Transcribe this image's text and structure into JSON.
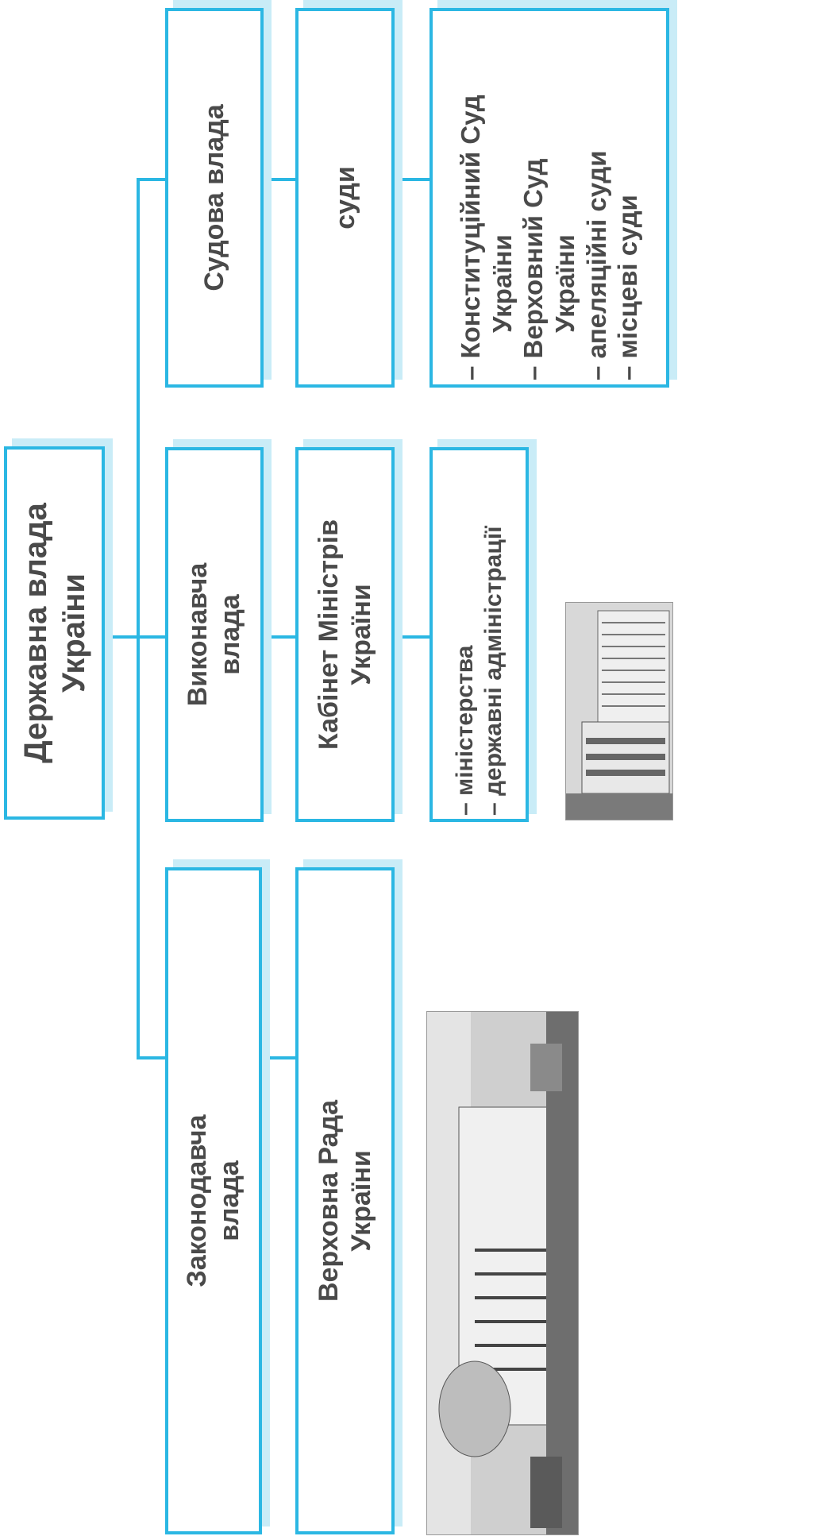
{
  "root": {
    "line1": "Державна влада",
    "line2": "України"
  },
  "branches": [
    {
      "key": "legislative",
      "title": [
        "Законодавча",
        "влада"
      ],
      "body": [
        "Верховна Рада",
        "України"
      ]
    },
    {
      "key": "executive",
      "title": [
        "Виконавча",
        "влада"
      ],
      "body": [
        "Кабінет Міністрів",
        "України"
      ],
      "sub": [
        "– міністерства",
        "– державні адміністрації"
      ]
    },
    {
      "key": "judicial",
      "title": [
        "Судова влада"
      ],
      "body": [
        "суди"
      ],
      "sub": [
        "– Конституційний Суд",
        "України",
        "– Верховний Суд",
        "України",
        "– апеляційні суди",
        "– місцеві суди"
      ]
    }
  ]
}
